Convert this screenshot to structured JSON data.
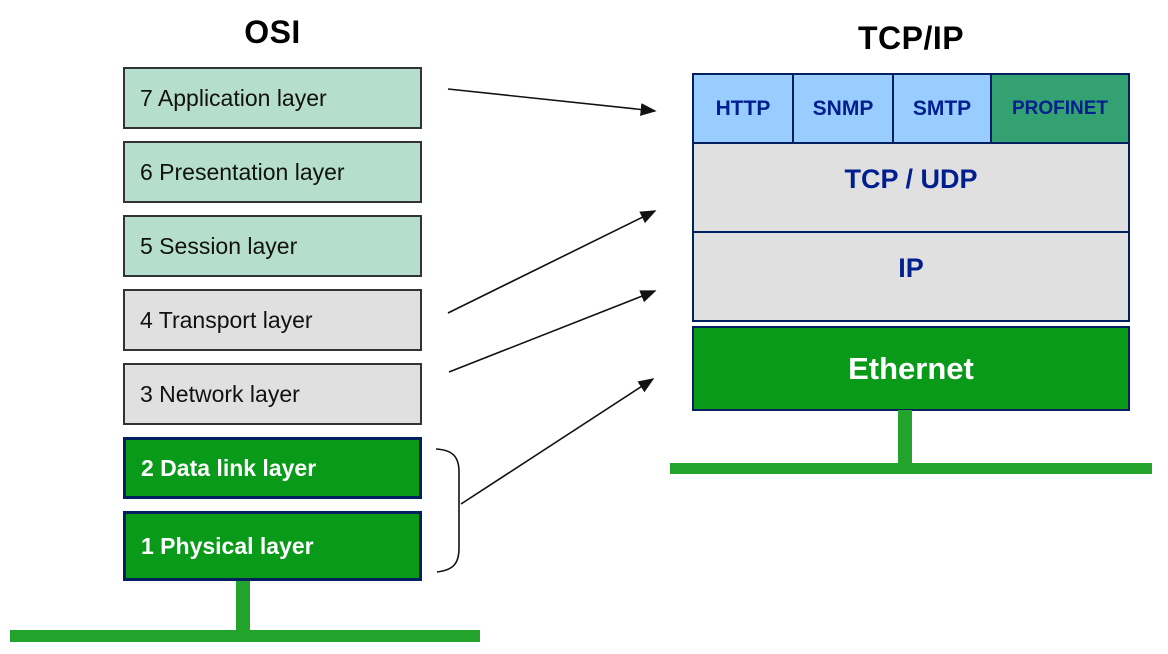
{
  "diagram": {
    "left_title": "OSI",
    "right_title": "TCP/IP"
  },
  "osi_layers": [
    {
      "label": "7 Application layer"
    },
    {
      "label": "6 Presentation layer"
    },
    {
      "label": "5 Session layer"
    },
    {
      "label": "4 Transport layer"
    },
    {
      "label": "3 Network layer"
    },
    {
      "label": "2 Data link layer"
    },
    {
      "label": "1 Physical layer"
    }
  ],
  "tcpip_stack": {
    "app_protocols": [
      {
        "label": "HTTP"
      },
      {
        "label": "SNMP"
      },
      {
        "label": "SMTP"
      },
      {
        "label": "PROFINET"
      }
    ],
    "transport_label": "TCP / UDP",
    "network_label": "IP",
    "link_label": "Ethernet"
  },
  "colors": {
    "osi_upper_fill": "#b5decc",
    "osi_mid_fill": "#e0e0e0",
    "green_fill": "#089a18",
    "bus_green": "#22a32b",
    "protocol_blue": "#99ccff",
    "profinet_green": "#33a172",
    "navy_border": "#002060",
    "navy_text": "#001f8f"
  }
}
